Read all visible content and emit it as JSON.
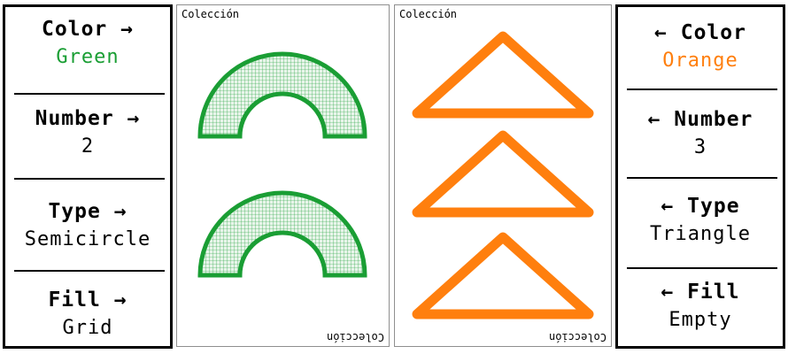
{
  "left_panel": {
    "color": {
      "label": "Color →",
      "value": "Green",
      "value_color": "#1a9e34"
    },
    "number": {
      "label": "Number →",
      "value": "2"
    },
    "type": {
      "label": "Type →",
      "value": "Semicircle"
    },
    "fill": {
      "label": "Fill →",
      "value": "Grid"
    }
  },
  "right_panel": {
    "color": {
      "label": "← Color",
      "value": "Orange",
      "value_color": "#ff7f0e"
    },
    "number": {
      "label": "← Number",
      "value": "3"
    },
    "type": {
      "label": "← Type",
      "value": "Triangle"
    },
    "fill": {
      "label": "← Fill",
      "value": "Empty"
    }
  },
  "cards": {
    "left": {
      "brand": "Colección",
      "brand_bottom": "Colección",
      "shape": "semicircle-icon",
      "count": 2,
      "fill": "grid",
      "color": "#1a9e34"
    },
    "right": {
      "brand": "Colección",
      "brand_bottom": "Colección",
      "shape": "triangle-icon",
      "count": 3,
      "fill": "empty",
      "color": "#ff7f0e"
    }
  }
}
